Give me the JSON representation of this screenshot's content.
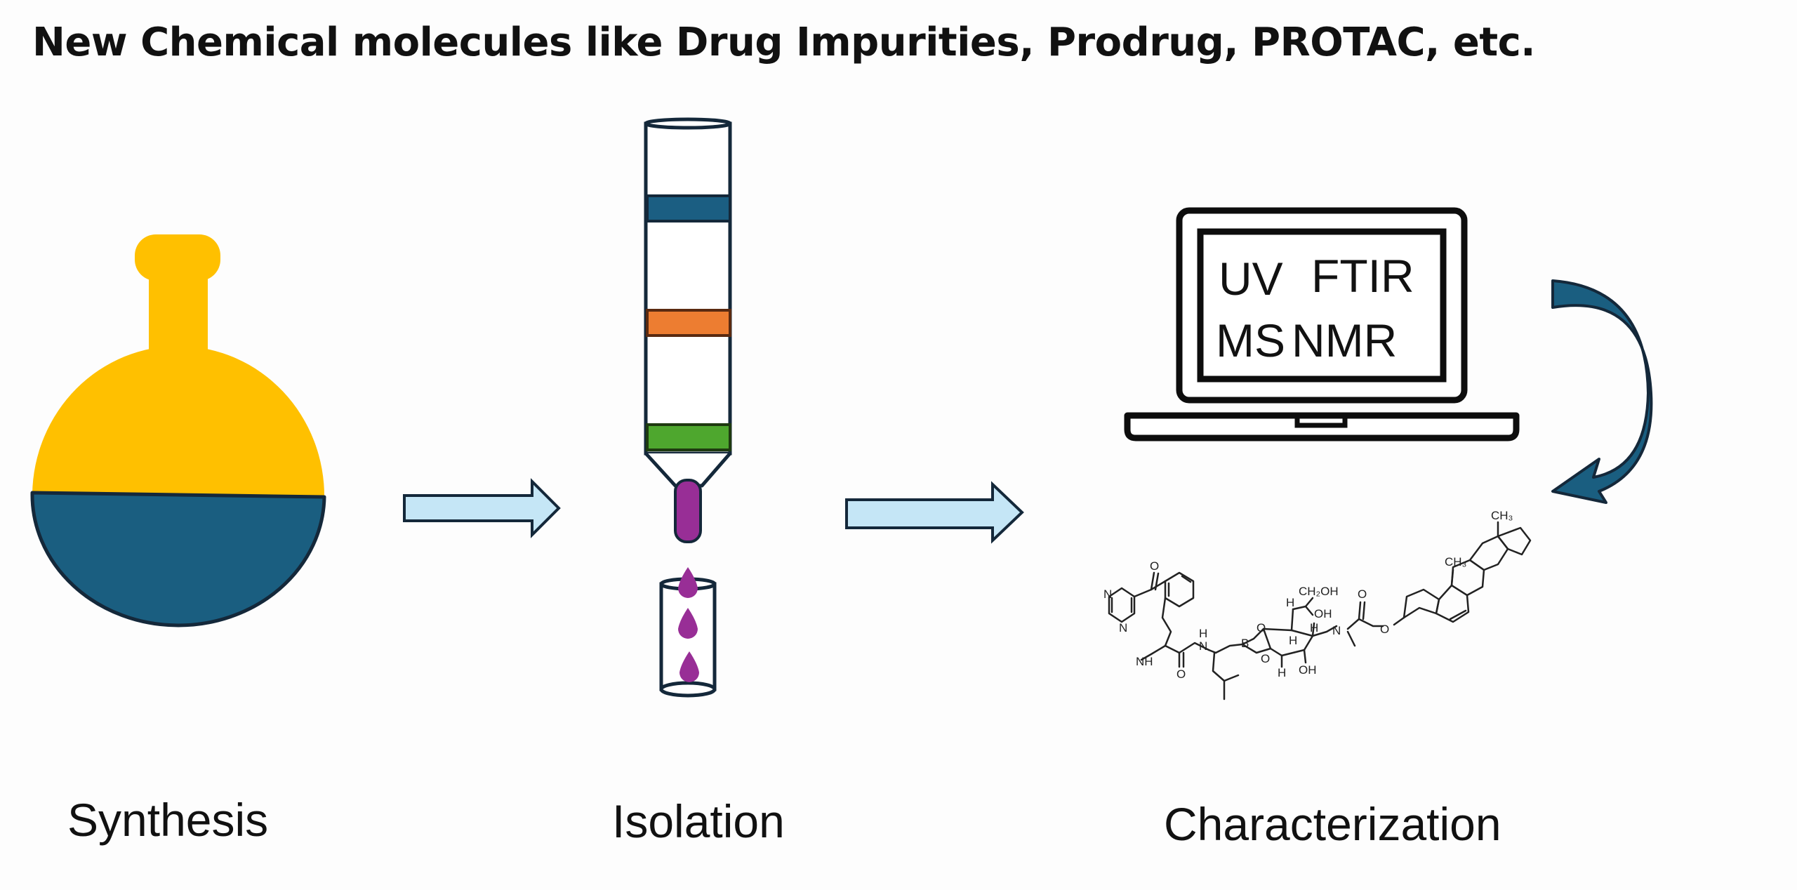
{
  "title": "New Chemical molecules like Drug Impurities, Prodrug, PROTAC, etc.",
  "steps": {
    "synthesis": "Synthesis",
    "isolation": "Isolation",
    "characterization": "Characterization"
  },
  "techniques": {
    "uv": "UV",
    "ftir": "FTIR",
    "ms": "MS",
    "nmr": "NMR"
  },
  "molecule_labels": {
    "o1": "O",
    "o2": "O",
    "o3": "O",
    "o4": "O",
    "o5": "O",
    "o6": "O",
    "nh1": "NH",
    "n1": "N",
    "n2": "N",
    "h_n": "H",
    "n_amide": "N",
    "b": "B",
    "ch2oh": "CH₂OH",
    "oh1": "OH",
    "oh2": "OH",
    "h1": "H",
    "h2": "H",
    "h3": "H",
    "h4": "H",
    "n_carb": "N",
    "ch3a": "CH₃",
    "ch3b": "CH₃"
  },
  "colors": {
    "flask_top": "#FFC000",
    "flask_bottom": "#1A5E80",
    "outline": "#14283A",
    "band_blue": "#1B5E82",
    "band_orange": "#ED7D31",
    "band_green": "#4EA72E",
    "purple": "#982E96",
    "arrow_fill": "#C5E6F6",
    "curved_arrow": "#1A5E80"
  }
}
